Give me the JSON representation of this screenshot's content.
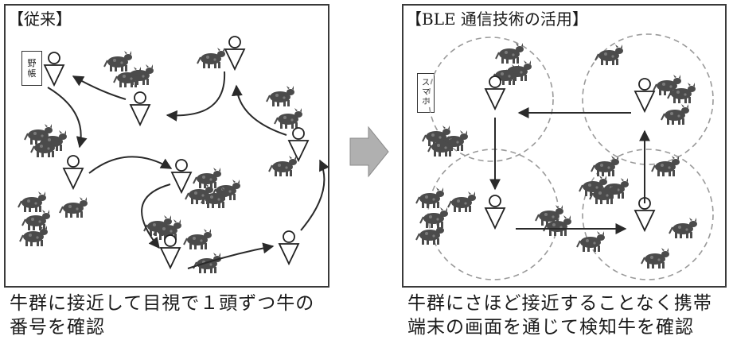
{
  "left_panel": {
    "title": "【従来】",
    "ledger_label": [
      "野",
      "帳"
    ],
    "caption_lines": [
      "牛群に接近して目視で１頭ずつ牛の",
      "番号を確認"
    ]
  },
  "right_panel": {
    "title": "【BLE 通信技術の活用】",
    "phone_label": [
      "ス",
      "マ",
      "ホ"
    ],
    "caption_lines": [
      "牛群にさほど接近することなく携帯",
      "端末の画面を通じて検知牛を確認"
    ]
  },
  "colors": {
    "border": "#3a3a3a",
    "cattle": "#4b4b4b",
    "arrow": "#2a2a2a",
    "circle_dash": "#9a9a9a",
    "transition_arrow": "#b0b0b0"
  },
  "icons": {
    "person": "person-triangle-icon",
    "cattle": "cattle-icon",
    "transition": "right-arrow-icon"
  }
}
